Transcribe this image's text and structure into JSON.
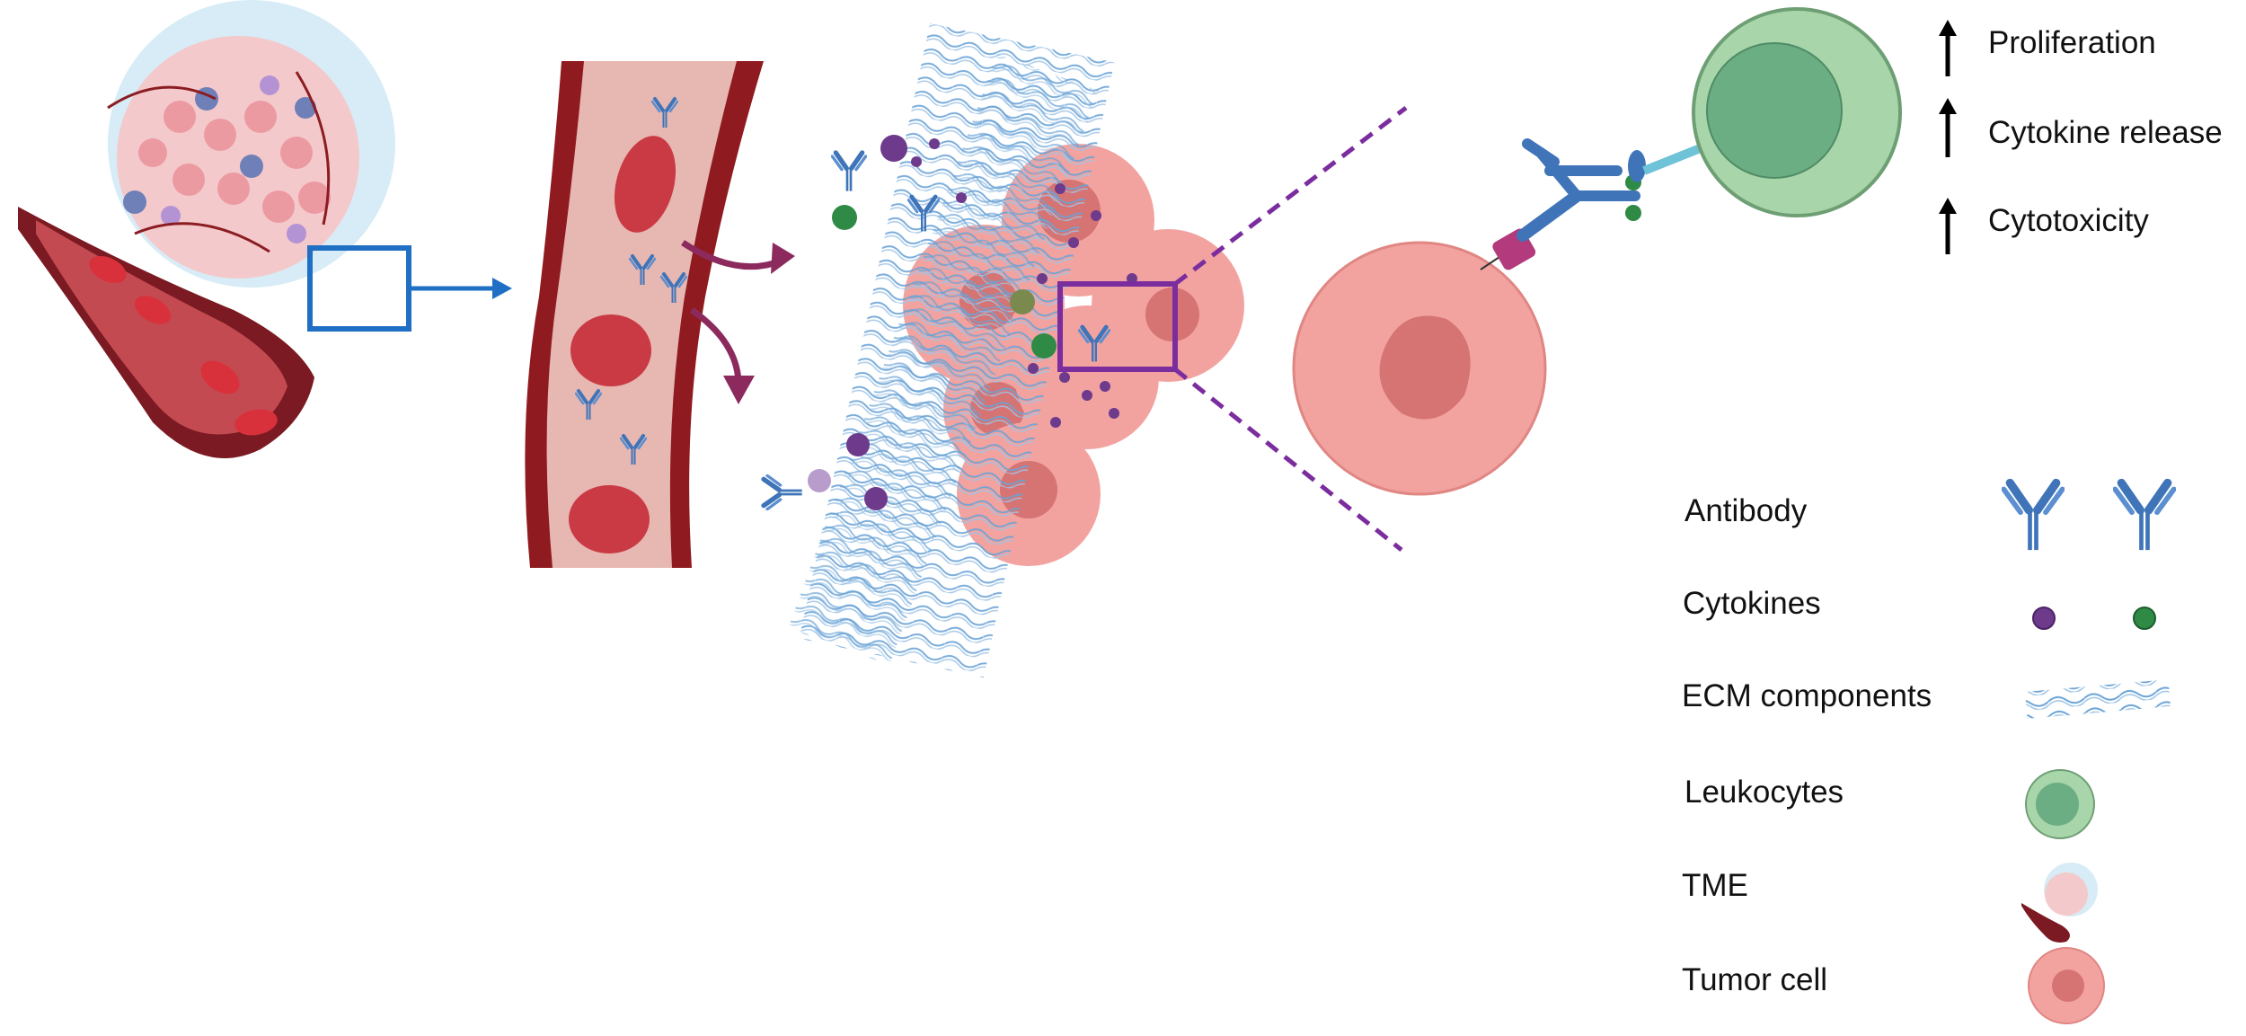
{
  "effects": [
    {
      "label": "Proliferation",
      "arrow": "up-arrow"
    },
    {
      "label": "Cytokine release",
      "arrow": "up-arrow"
    },
    {
      "label": "Cytotoxicity",
      "arrow": "up-arrow"
    }
  ],
  "legend": {
    "items": [
      {
        "label": "Antibody",
        "icon": "antibody-icon"
      },
      {
        "label": "Cytokines",
        "icon": "cytokines-icon"
      },
      {
        "label": "ECM components",
        "icon": "ecm-components-icon"
      },
      {
        "label": "Leukocytes",
        "icon": "leukocyte-icon"
      },
      {
        "label": "TME",
        "icon": "tme-icon"
      },
      {
        "label": "Tumor cell",
        "icon": "tumor-cell-icon"
      }
    ]
  },
  "colors": {
    "vessel_dark": "#9b1c1f",
    "vessel_light": "#e9b8b3",
    "rbc": "#c93a44",
    "antibody": "#3f74b8",
    "cytokine_purple": "#6d3a8c",
    "cytokine_green": "#2e8a45",
    "ecm": "#6aa3d6",
    "leukocyte_outer": "#a8d5aa",
    "leukocyte_inner": "#6cae83",
    "tumor": "#f2a3a0",
    "tumor_nucleus": "#d67373",
    "zoom_box_blue": "#1f6fc4",
    "zoom_box_purple": "#7b2d9e",
    "flow_arrow": "#8c2a5e"
  }
}
